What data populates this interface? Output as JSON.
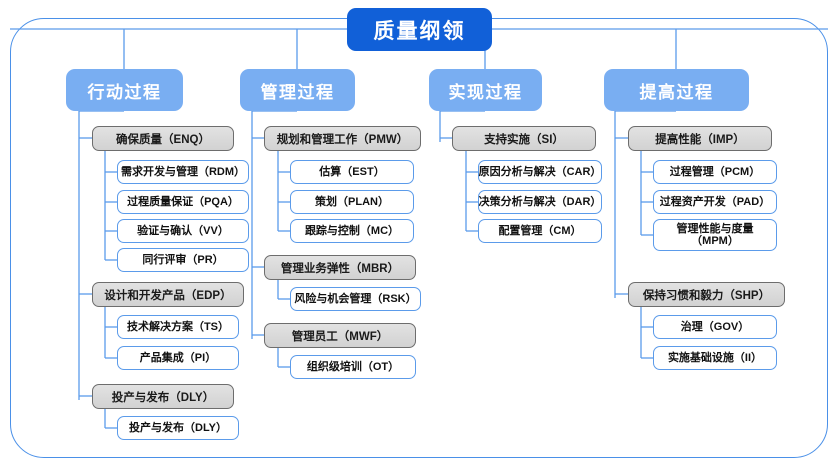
{
  "diagram": {
    "title": "质量纲领",
    "frame_color": "#4a90e8",
    "title_color": "#1160d8",
    "header_color": "#79aef2",
    "group_color": "#d8d8d8",
    "leaf_border_color": "#5b9bea",
    "columns": [
      {
        "header": "行动过程",
        "groups": [
          {
            "label": "确保质量（ENQ）",
            "items": [
              "需求开发与管理（RDM）",
              "过程质量保证（PQA）",
              "验证与确认（VV）",
              "同行评审（PR）"
            ]
          },
          {
            "label": "设计和开发产品（EDP）",
            "items": [
              "技术解决方案（TS）",
              "产品集成（PI）"
            ]
          },
          {
            "label": "投产与发布（DLY）",
            "items": [
              "投产与发布（DLY）"
            ]
          }
        ]
      },
      {
        "header": "管理过程",
        "groups": [
          {
            "label": "规划和管理工作（PMW）",
            "items": [
              "估算（EST）",
              "策划（PLAN）",
              "跟踪与控制（MC）"
            ]
          },
          {
            "label": "管理业务弹性（MBR）",
            "items": [
              "风险与机会管理（RSK）"
            ]
          },
          {
            "label": "管理员工（MWF）",
            "items": [
              "组织级培训（OT）"
            ]
          }
        ]
      },
      {
        "header": "实现过程",
        "groups": [
          {
            "label": "支持实施（SI）",
            "items": [
              "原因分析与解决（CAR）",
              "决策分析与解决（DAR）",
              "配置管理（CM）"
            ]
          }
        ]
      },
      {
        "header": "提高过程",
        "groups": [
          {
            "label": "提高性能（IMP）",
            "items": [
              "过程管理（PCM）",
              "过程资产开发（PAD）",
              "管理性能与度量\n（MPM）"
            ]
          },
          {
            "label": "保持习惯和毅力（SHP）",
            "items": [
              "治理（GOV）",
              "实施基础设施（II）"
            ]
          }
        ]
      }
    ]
  }
}
